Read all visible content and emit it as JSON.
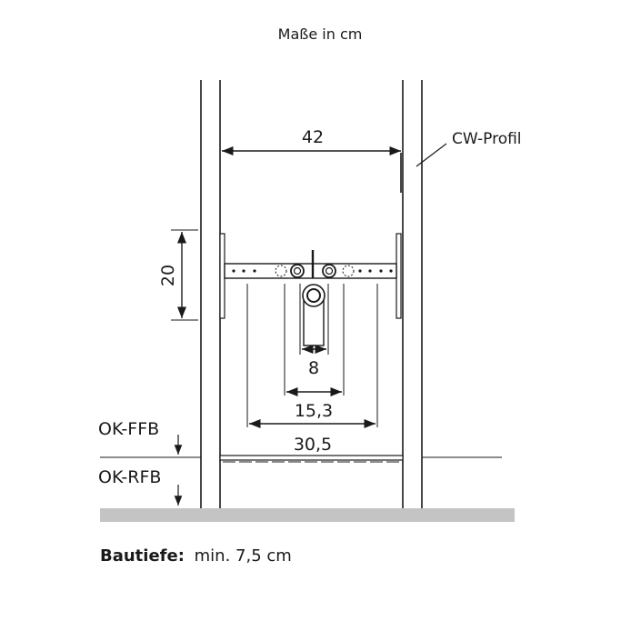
{
  "header": {
    "units_note": "Maße in cm"
  },
  "profile_label": "CW-Profil",
  "dimensions": {
    "width_between_profiles": "42",
    "height": "20",
    "pipe_spacing": "8",
    "mid_spacing": "15,3",
    "outer_spacing": "30,5"
  },
  "levels": {
    "finished_floor": "OK-FFB",
    "raw_floor": "OK-RFB"
  },
  "footer": {
    "depth_label": "Bautiefe:",
    "depth_value": "min. 7,5 cm"
  },
  "colors": {
    "line": "#1a1a1a",
    "floor": "#c4c4c4"
  }
}
